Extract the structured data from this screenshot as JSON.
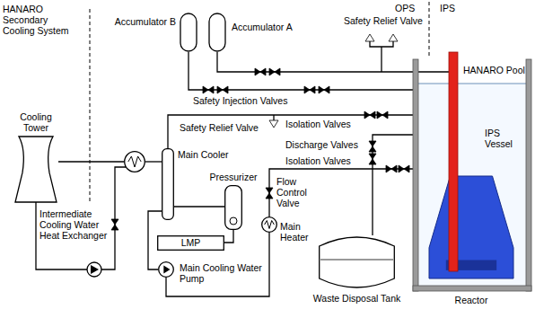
{
  "diagram": {
    "nodes": [
      {
        "text": [
          "Accumulator B"
        ]
      },
      {
        "text": [
          "Accumulator A"
        ]
      },
      {
        "text": [
          "HANARO Pool"
        ]
      },
      {
        "text": [
          "IPS Vessel"
        ],
        "in": 2
      },
      {
        "text": [
          "Cooling Tower"
        ]
      },
      {
        "text": [
          "Main Cooler"
        ]
      },
      {
        "text": [
          "Pressurizer"
        ]
      },
      {
        "text": [
          "Intermediate Cooling Water Heat Exchanger"
        ]
      },
      {
        "text": [
          "LMP"
        ]
      },
      {
        "text": [
          "Main Heater"
        ]
      },
      {
        "text": [
          "Main Cooling Water Pump"
        ]
      },
      {
        "text": [
          "Waste Disposal Tank"
        ]
      },
      {
        "text": [
          "Reactor"
        ],
        "in": 2
      }
    ],
    "edges": [
      {
        "from": 4,
        "to": 7,
        "arrow": "none"
      },
      {
        "from": 7,
        "to": 5,
        "arrow": "none"
      },
      {
        "from": 5,
        "to": 10,
        "arrow": "none"
      },
      {
        "from": 10,
        "to": 9,
        "arrow": "none"
      },
      {
        "from": 9,
        "to": 3,
        "arrow": "none"
      },
      {
        "from": 3,
        "to": 5,
        "arrow": "none"
      },
      {
        "from": 0,
        "to": 3,
        "arrow": "none"
      },
      {
        "from": 1,
        "to": 3,
        "arrow": "none"
      },
      {
        "from": 6,
        "to": 5,
        "arrow": "none"
      },
      {
        "from": 3,
        "to": 11,
        "arrow": "none"
      },
      {
        "from": 8,
        "to": 6,
        "arrow": "none"
      }
    ],
    "labels": [
      "HANARO Secondary Cooling System",
      "OPS",
      "IPS",
      "Safety Relief Valve",
      "Safety Injection Valves",
      "Isolation Valves",
      "Safety Relief Valve",
      "Discharge Valves",
      "Isolation Valves",
      "Flow Control Valve"
    ]
  }
}
